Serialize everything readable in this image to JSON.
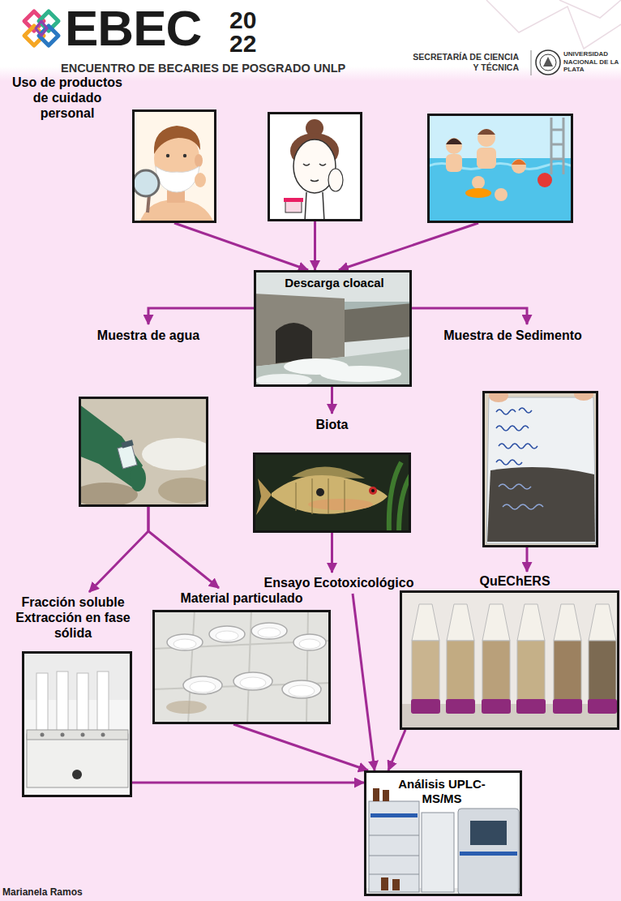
{
  "diagram": {
    "nodes": [
      {
        "text": [
          "Uso de productos de cuidado personal"
        ]
      },
      {
        "text": []
      },
      {
        "text": []
      },
      {
        "text": [
          "Descarga cloacal"
        ]
      },
      {
        "text": [
          "Muestra de agua"
        ]
      },
      {
        "text": [
          "Biota"
        ]
      },
      {
        "text": [
          "Muestra de Sedimento"
        ]
      },
      {
        "text": [
          "Ensayo Ecotoxicológico"
        ]
      },
      {
        "text": [
          "Fracción soluble Extracción en fase sólida"
        ]
      },
      {
        "text": [
          "Material particulado"
        ]
      },
      {
        "text": [
          "QuEChERS"
        ]
      },
      {
        "text": [
          "Análisis UPLC-MS/MS"
        ]
      }
    ],
    "edges": [
      {
        "from": 0,
        "to": 3,
        "arrow": "to"
      },
      {
        "from": 1,
        "to": 3,
        "arrow": "to"
      },
      {
        "from": 2,
        "to": 3,
        "arrow": "to"
      },
      {
        "from": 3,
        "to": 4,
        "arrow": "to"
      },
      {
        "from": 3,
        "to": 5,
        "arrow": "to"
      },
      {
        "from": 3,
        "to": 6,
        "arrow": "to"
      },
      {
        "from": 4,
        "to": 8,
        "arrow": "to"
      },
      {
        "from": 4,
        "to": 9,
        "arrow": "to"
      },
      {
        "from": 5,
        "to": 7,
        "arrow": "to"
      },
      {
        "from": 6,
        "to": 10,
        "arrow": "to"
      },
      {
        "from": 8,
        "to": 11,
        "arrow": "to"
      },
      {
        "from": 7,
        "to": 11,
        "arrow": "to"
      },
      {
        "from": 9,
        "to": 11,
        "arrow": "to"
      },
      {
        "from": 10,
        "to": 11,
        "arrow": "to"
      }
    ],
    "labels": [
      "EBEC",
      "20",
      "22",
      "ENCUENTRO DE BECARIES DE POSGRADO UNLP",
      "SECRETARÍA DE CIENCIA Y TÉCNICA",
      "UNIVERSIDAD NACIONAL DE LA PLATA",
      "Marianela Ramos"
    ]
  }
}
